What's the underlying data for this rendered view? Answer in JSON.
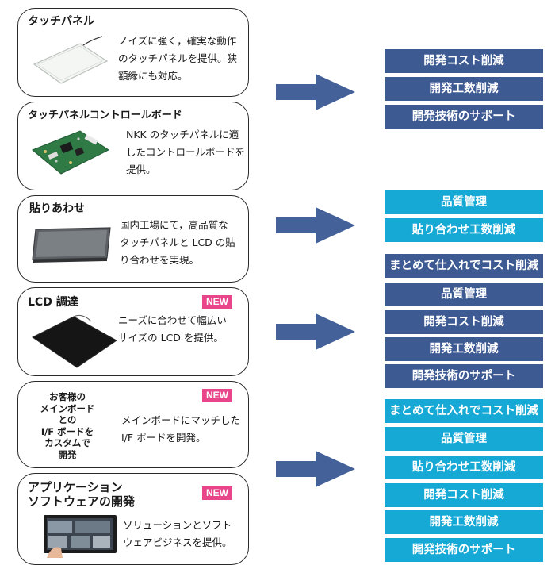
{
  "colors": {
    "navy": "#3d5a93",
    "cyan": "#16a9d6",
    "new_badge": "#e8458b",
    "arrow": "#44619a"
  },
  "cards": [
    {
      "title": "タッチパネル",
      "desc": "ノイズに強く，確実な動作\nのタッチパネルを提供。狭\n額縁にも対応。",
      "image": "touch-panel-image"
    },
    {
      "title": "タッチパネルコントロールボード",
      "desc": "NKK のタッチパネルに適\nしたコントロールボードを\n提供。",
      "image": "control-board-image"
    },
    {
      "title": "貼りあわせ",
      "desc": "国内工場にて，高品質な\nタッチパネルと LCD の貼\nり合わせを実現。",
      "image": "bonded-panel-image"
    },
    {
      "title": "LCD 調達",
      "badge": "NEW",
      "desc": "ニーズに合わせて幅広い\nサイズの LCD を提供。",
      "image": "lcd-image"
    },
    {
      "title": "お客様の\nメインボード\nとの\nI/F ボードを\nカスタムで\n開発",
      "badge": "NEW",
      "desc": "メインボードにマッチした\nI/F ボードを開発。"
    },
    {
      "title": "アプリケーション\nソフトウェアの開発",
      "badge": "NEW",
      "desc": "ソリューションとソフト\nウェアビジネスを提供。",
      "image": "software-screen-image"
    }
  ],
  "groups": [
    {
      "tags": [
        {
          "label": "開発コスト削減",
          "color": "navy"
        },
        {
          "label": "開発工数削減",
          "color": "navy"
        },
        {
          "label": "開発技術のサポート",
          "color": "navy"
        }
      ]
    },
    {
      "tags": [
        {
          "label": "品質管理",
          "color": "cyan"
        },
        {
          "label": "貼り合わせ工数削減",
          "color": "cyan"
        }
      ]
    },
    {
      "tags": [
        {
          "label": "まとめて仕入れでコスト削減",
          "color": "navy"
        },
        {
          "label": "品質管理",
          "color": "navy"
        },
        {
          "label": "開発コスト削減",
          "color": "navy"
        },
        {
          "label": "開発工数削減",
          "color": "navy"
        },
        {
          "label": "開発技術のサポート",
          "color": "navy"
        }
      ]
    },
    {
      "tags": [
        {
          "label": "まとめて仕入れでコスト削減",
          "color": "cyan"
        },
        {
          "label": "品質管理",
          "color": "cyan"
        },
        {
          "label": "貼り合わせ工数削減",
          "color": "cyan"
        },
        {
          "label": "開発コスト削減",
          "color": "cyan"
        },
        {
          "label": "開発工数削減",
          "color": "cyan"
        },
        {
          "label": "開発技術のサポート",
          "color": "cyan"
        }
      ]
    }
  ]
}
